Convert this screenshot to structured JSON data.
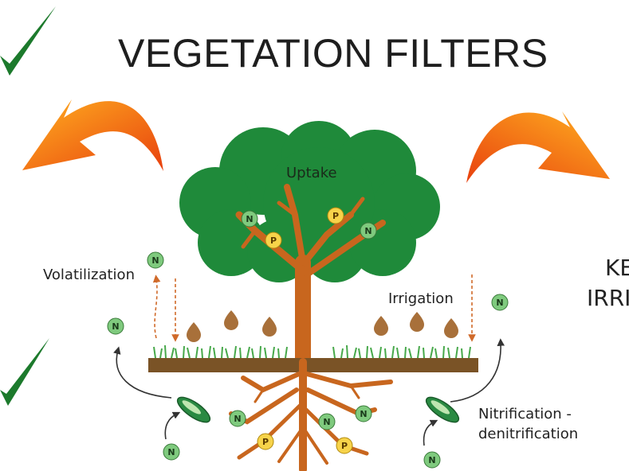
{
  "title": "VEGETATION FILTERS",
  "labels": {
    "uptake": "Uptake",
    "volatilization": "Volatilization",
    "irrigation": "Irrigation",
    "nitrification": "Nitrification -",
    "denitrification": "denitrification"
  },
  "right_cut_text": {
    "line1": "KE",
    "line2": "IRRI"
  },
  "nutrients": {
    "nitrogen": "N",
    "phosphorus": "P"
  },
  "colors": {
    "foliage": "#1f8a3a",
    "trunk": "#c8661e",
    "soil": "#7a5326",
    "grass": "#47a84a",
    "nitrogen": "#7fca7e",
    "phosphorus": "#f7d34a",
    "drop": "#a8703a",
    "arrow_orange": "#f06a14",
    "check": "#1c7a2c"
  },
  "icons": [
    "check-icon",
    "curved-arrow-icon",
    "water-drop-icon",
    "bacteria-icon"
  ]
}
